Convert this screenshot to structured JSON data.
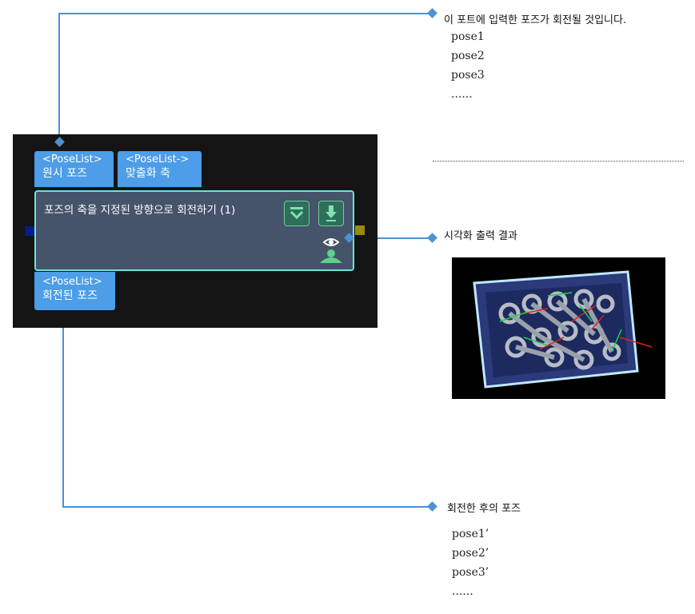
{
  "node": {
    "title": "포즈의 축을 지정된 방향으로 회전하기 (1)",
    "inputs": [
      {
        "type": "<PoseList>",
        "name": "원시 포즈"
      },
      {
        "type": "<PoseList->",
        "name": "맞출화 축"
      }
    ],
    "output": {
      "type": "<PoseList>",
      "name": "회전된 포즈"
    },
    "buttons": [
      "collapse-icon",
      "download-icon"
    ],
    "visualize_icon": "eye-person-icon"
  },
  "annotations": {
    "input_note": "이 포트에 입력한 포즈가 회전될 것입니다.",
    "input_poses": [
      "pose1",
      "pose2",
      "pose3",
      "......"
    ],
    "visual_note": "시각화 출력 결과",
    "output_note": "회전한 후의 포즈",
    "output_poses": [
      "pose1’",
      "pose2’",
      "pose3’",
      "......"
    ]
  },
  "colors": {
    "canvas": "#141414",
    "node_fill": "#45536b",
    "node_border": "#6de2d8",
    "port": "#4d9de8",
    "connector": "#4a92d4",
    "left_handle": "#0a1a8a",
    "right_handle": "#9a8a10"
  }
}
